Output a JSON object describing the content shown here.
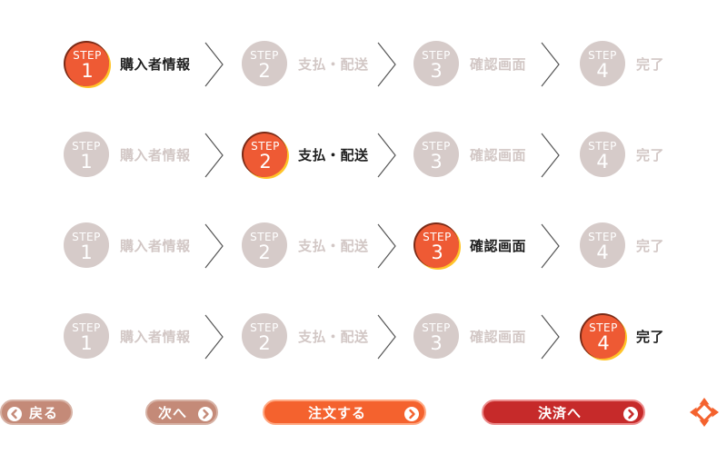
{
  "steps": [
    {
      "label": "STEP",
      "number": "1",
      "name": "購入者情報"
    },
    {
      "label": "STEP",
      "number": "2",
      "name": "支払・配送"
    },
    {
      "label": "STEP",
      "number": "3",
      "name": "確認画面"
    },
    {
      "label": "STEP",
      "number": "4",
      "name": "完了"
    }
  ],
  "buttons": {
    "back": "戻る",
    "next": "次へ",
    "order": "注文する",
    "pay": "決済へ"
  },
  "colors": {
    "active": "#ee5a34",
    "inactive": "#d6cbc9",
    "back_next": "#c48a78",
    "order": "#f4622e",
    "pay": "#c62a2a"
  }
}
